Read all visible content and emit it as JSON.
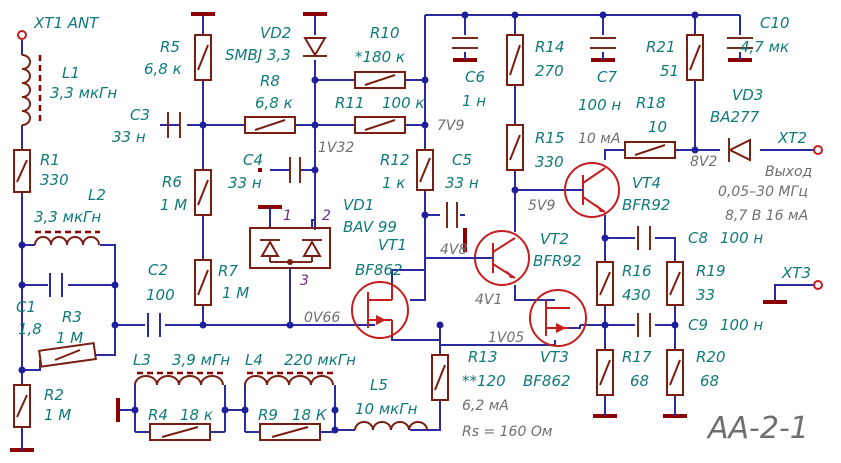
{
  "title": "AA-2-1",
  "connectors": {
    "xt1": "XT1 ANT",
    "xt2": "XT2",
    "xt3": "XT3"
  },
  "output_note": {
    "line1": "Выход",
    "line2": "0,05–30 МГц",
    "line3": "8,7 В 16 мА"
  },
  "inductors": {
    "l1": {
      "ref": "L1",
      "val": "3,3 мкГн"
    },
    "l2": {
      "ref": "L2",
      "val": "3,3 мкГн"
    },
    "l3": {
      "ref": "L3",
      "val": "3,9 мГн"
    },
    "l4": {
      "ref": "L4",
      "val": "220 мкГн"
    },
    "l5": {
      "ref": "L5",
      "val": "10 мкГн"
    }
  },
  "resistors": {
    "r1": {
      "ref": "R1",
      "val": "330"
    },
    "r2": {
      "ref": "R2",
      "val": "1 М"
    },
    "r3": {
      "ref": "R3",
      "val": "1 М"
    },
    "r4": {
      "ref": "R4",
      "val": "18 к"
    },
    "r5": {
      "ref": "R5",
      "val": "6,8 к"
    },
    "r6": {
      "ref": "R6",
      "val": "1 М"
    },
    "r7": {
      "ref": "R7",
      "val": "1 М"
    },
    "r8": {
      "ref": "R8",
      "val": "6,8 к"
    },
    "r9": {
      "ref": "R9",
      "val": "18 К"
    },
    "r10": {
      "ref": "R10",
      "val": "*180 к"
    },
    "r11": {
      "ref": "R11",
      "val": "100 к"
    },
    "r12": {
      "ref": "R12",
      "val": "1 к"
    },
    "r13": {
      "ref": "R13",
      "val": "**120"
    },
    "r14": {
      "ref": "R14",
      "val": "270"
    },
    "r15": {
      "ref": "R15",
      "val": "330"
    },
    "r16": {
      "ref": "R16",
      "val": "430"
    },
    "r17": {
      "ref": "R17",
      "val": "68"
    },
    "r18": {
      "ref": "R18",
      "val": "10"
    },
    "r19": {
      "ref": "R19",
      "val": "33"
    },
    "r20": {
      "ref": "R20",
      "val": "68"
    },
    "r21": {
      "ref": "R21",
      "val": "51"
    }
  },
  "capacitors": {
    "c1": {
      "ref": "C1",
      "val": "1,8"
    },
    "c2": {
      "ref": "C2",
      "val": "100"
    },
    "c3": {
      "ref": "C3",
      "val": "33 н"
    },
    "c4": {
      "ref": "C4",
      "val": "33 н"
    },
    "c5": {
      "ref": "C5",
      "val": "33 н"
    },
    "c6": {
      "ref": "C6",
      "val": "1 н"
    },
    "c7": {
      "ref": "C7",
      "val": "100 н"
    },
    "c8": {
      "ref": "C8",
      "val": "100 н"
    },
    "c9": {
      "ref": "C9",
      "val": "100 н"
    },
    "c10": {
      "ref": "C10",
      "val": "4,7 мк"
    }
  },
  "diodes": {
    "vd1": {
      "ref": "VD1",
      "val": "BAV 99",
      "pin1": "1",
      "pin2": "2",
      "pin3": "3"
    },
    "vd2": {
      "ref": "VD2",
      "val": "SMBJ 3,3"
    },
    "vd3": {
      "ref": "VD3",
      "val": "BA277"
    }
  },
  "transistors": {
    "vt1": {
      "ref": "VT1",
      "val": "BF862"
    },
    "vt2": {
      "ref": "VT2",
      "val": "BFR92"
    },
    "vt3": {
      "ref": "VT3",
      "val": "BF862"
    },
    "vt4": {
      "ref": "VT4",
      "val": "BFR92"
    }
  },
  "voltages": {
    "v1v32": "1V32",
    "v7v9": "7V9",
    "v4v8": "4V8",
    "v5v9": "5V9",
    "v8v2": "8V2",
    "v0v66": "0V66",
    "v4v1": "4V1",
    "v1v05": "1V05"
  },
  "notes": {
    "i_r15": "10 мА",
    "i_r13": "6,2 мА",
    "rs": "Rs = 160 Ом"
  }
}
